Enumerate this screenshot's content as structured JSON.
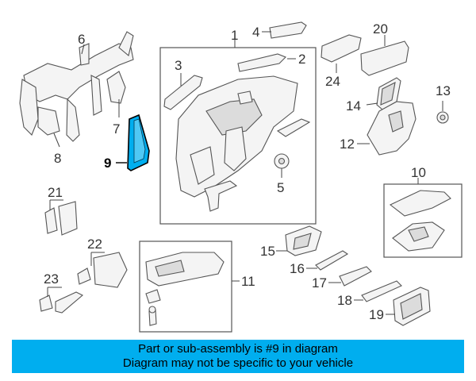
{
  "diagram": {
    "callouts": {
      "c1": "1",
      "c2": "2",
      "c3": "3",
      "c4": "4",
      "c5": "5",
      "c6": "6",
      "c7": "7",
      "c8": "8",
      "c9": "9",
      "c10": "10",
      "c11": "11",
      "c12": "12",
      "c13": "13",
      "c14": "14",
      "c15": "15",
      "c16": "16",
      "c17": "17",
      "c18": "18",
      "c19": "19",
      "c20": "20",
      "c21": "21",
      "c22": "22",
      "c23": "23",
      "c24": "24"
    },
    "highlight_color": "#00aeef"
  },
  "banner": {
    "line1": "Part or sub-assembly is #9 in diagram",
    "line2": "Diagram may not be specific to your vehicle",
    "color": "#00aeef"
  }
}
